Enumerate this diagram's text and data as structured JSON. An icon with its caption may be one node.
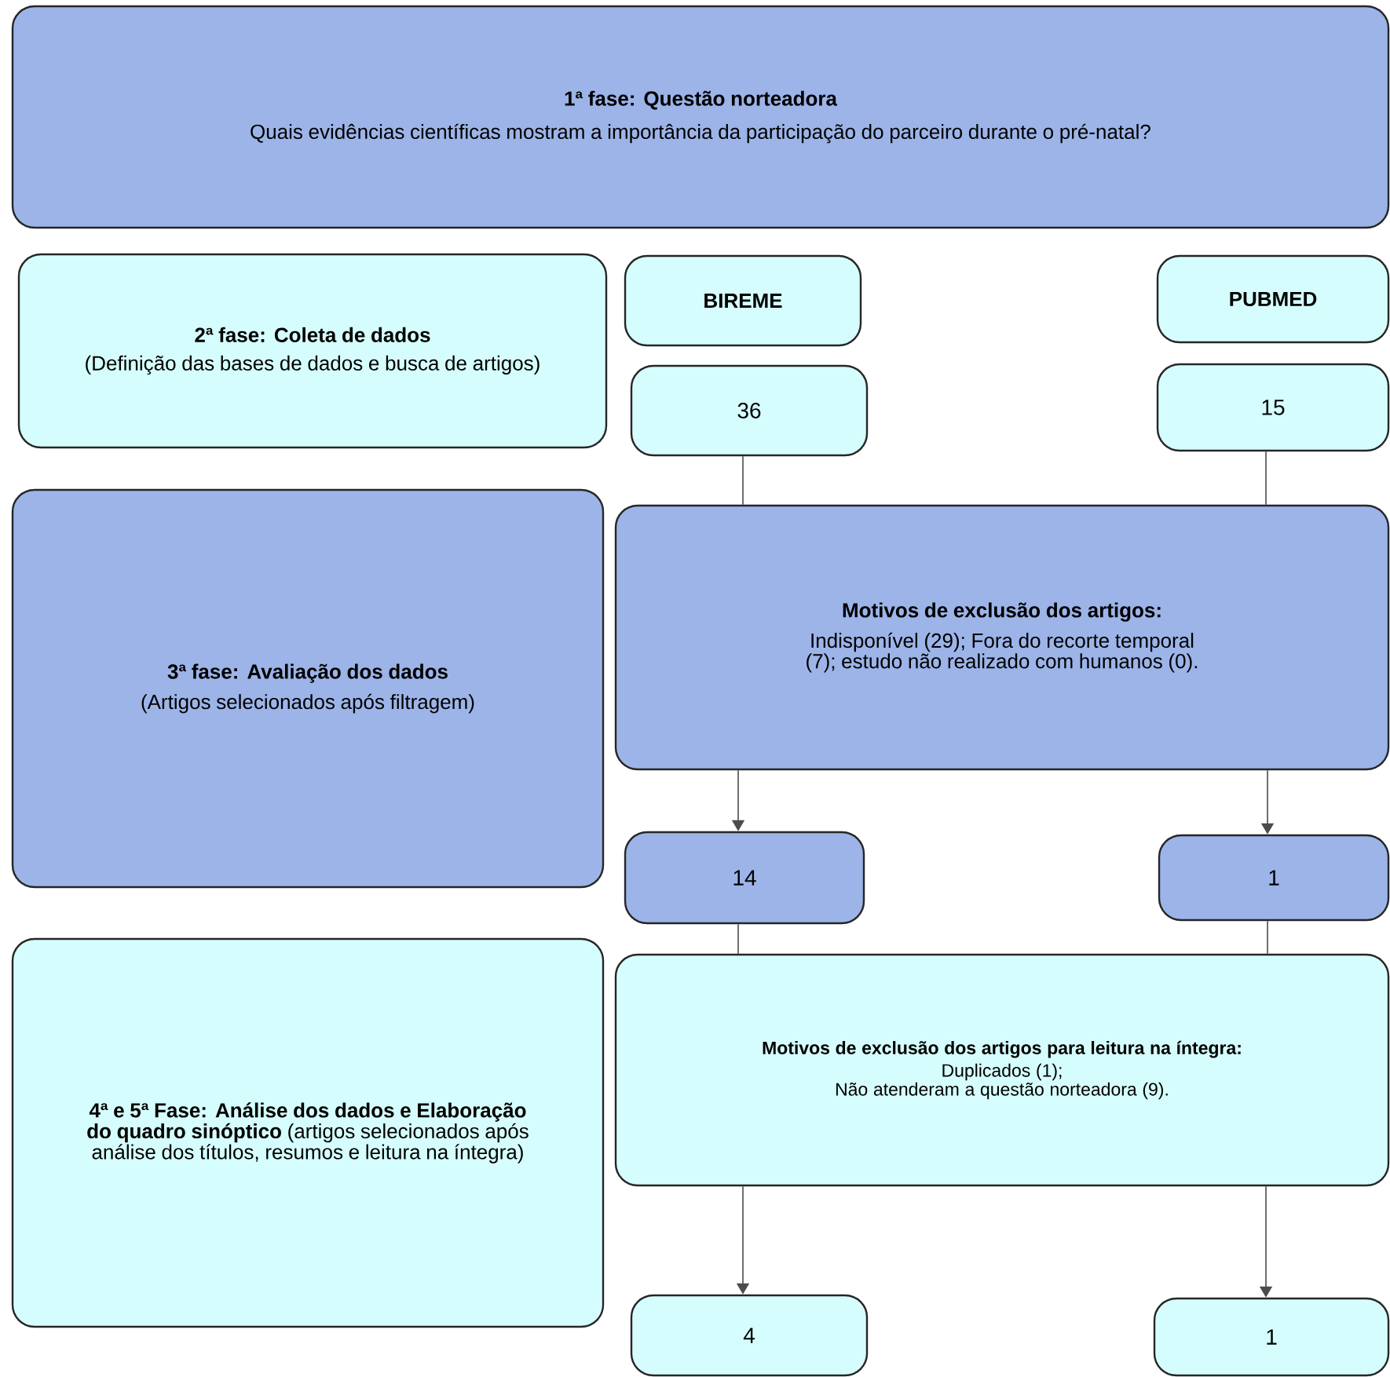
{
  "diagram": {
    "nodes": [
      {
        "text": [
          "1ª fase: Questão norteadora",
          "Quais evidências científicas mostram a importância da participação do parceiro durante o pré-natal?"
        ]
      },
      {
        "text": [
          "2ª fase: Coleta de dados",
          "(Definição das bases de dados e busca de artigos)"
        ]
      },
      {
        "text": [
          "BIREME"
        ]
      },
      {
        "text": [
          "PUBMED"
        ]
      },
      {
        "text": [
          "36"
        ]
      },
      {
        "text": [
          "15"
        ]
      },
      {
        "text": [
          "3ª fase: Avaliação dos dados",
          "(Artigos selecionados após filtragem)"
        ]
      },
      {
        "text": [
          "Motivos de exclusão dos artigos:",
          "Indisponível (29); Fora do recorte temporal (7); estudo não realizado com humanos (0)."
        ]
      },
      {
        "text": [
          "14"
        ]
      },
      {
        "text": [
          "1"
        ]
      },
      {
        "text": [
          "**4ª e 5ª Fase: Análise dos dados e Elaboração do quadro sinóptico** (artigos selecionados após análise dos títulos, resumos e leitura na íntegra)"
        ]
      },
      {
        "text": [
          "Motivos de exclusão dos artigos para leitura na íntegra:",
          "Duplicados (1);",
          "Não atenderam a questão norteadora (9)."
        ]
      },
      {
        "text": [
          "4"
        ]
      },
      {
        "text": [
          "1"
        ]
      }
    ],
    "edges": [
      {
        "from": 4,
        "to": 7,
        "arrow": "none"
      },
      {
        "from": 5,
        "to": 7,
        "arrow": "none"
      },
      {
        "from": 7,
        "to": 8,
        "arrow": "to"
      },
      {
        "from": 7,
        "to": 9,
        "arrow": "to"
      },
      {
        "from": 8,
        "to": 11,
        "arrow": "none"
      },
      {
        "from": 9,
        "to": 11,
        "arrow": "none"
      },
      {
        "from": 11,
        "to": 12,
        "arrow": "to"
      },
      {
        "from": 11,
        "to": 13,
        "arrow": "to"
      }
    ]
  }
}
